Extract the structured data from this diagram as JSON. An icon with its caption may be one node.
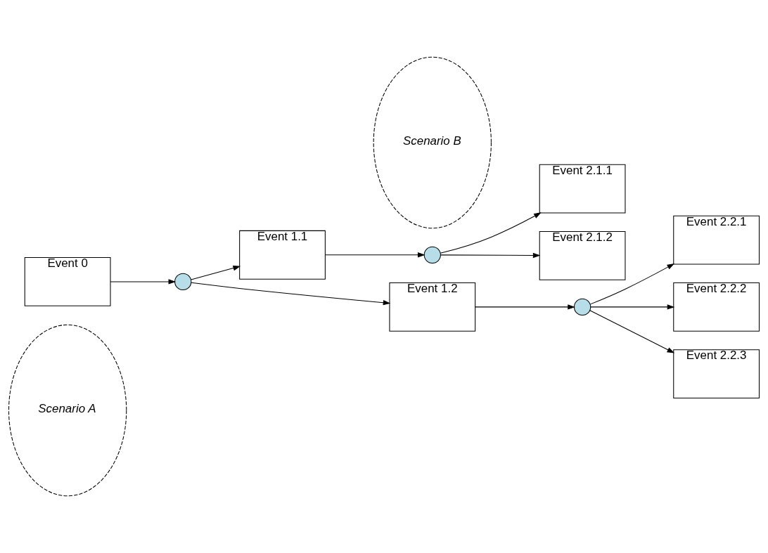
{
  "diagram": {
    "nodes": [
      {
        "text": [
          "Scenario A"
        ]
      },
      {
        "text": [
          "Event 0"
        ]
      },
      {
        "text": [],
        "shape": "circle"
      },
      {
        "text": [
          "Event 1.1"
        ]
      },
      {
        "text": [],
        "shape": "circle"
      },
      {
        "text": [
          "Event 2.1.1"
        ]
      },
      {
        "text": [
          "Event 2.1.2"
        ]
      },
      {
        "text": [
          "Event 1.2"
        ]
      },
      {
        "text": [],
        "shape": "circle"
      },
      {
        "text": [
          "Event 2.2.1"
        ]
      },
      {
        "text": [
          "Event 2.2.2"
        ]
      },
      {
        "text": [
          "Event 2.2.3"
        ]
      },
      {
        "text": [
          "Scenario B"
        ]
      }
    ],
    "edges": [
      {
        "from": 1,
        "to": 2,
        "arrow": "to"
      },
      {
        "from": 2,
        "to": 3,
        "arrow": "to"
      },
      {
        "from": 2,
        "to": 7,
        "arrow": "to"
      },
      {
        "from": 3,
        "to": 4,
        "arrow": "to"
      },
      {
        "from": 4,
        "to": 5,
        "arrow": "to"
      },
      {
        "from": 4,
        "to": 6,
        "arrow": "to"
      },
      {
        "from": 7,
        "to": 8,
        "arrow": "to"
      },
      {
        "from": 8,
        "to": 9,
        "arrow": "to"
      },
      {
        "from": 8,
        "to": 10,
        "arrow": "to"
      },
      {
        "from": 8,
        "to": 11,
        "arrow": "to"
      }
    ]
  }
}
